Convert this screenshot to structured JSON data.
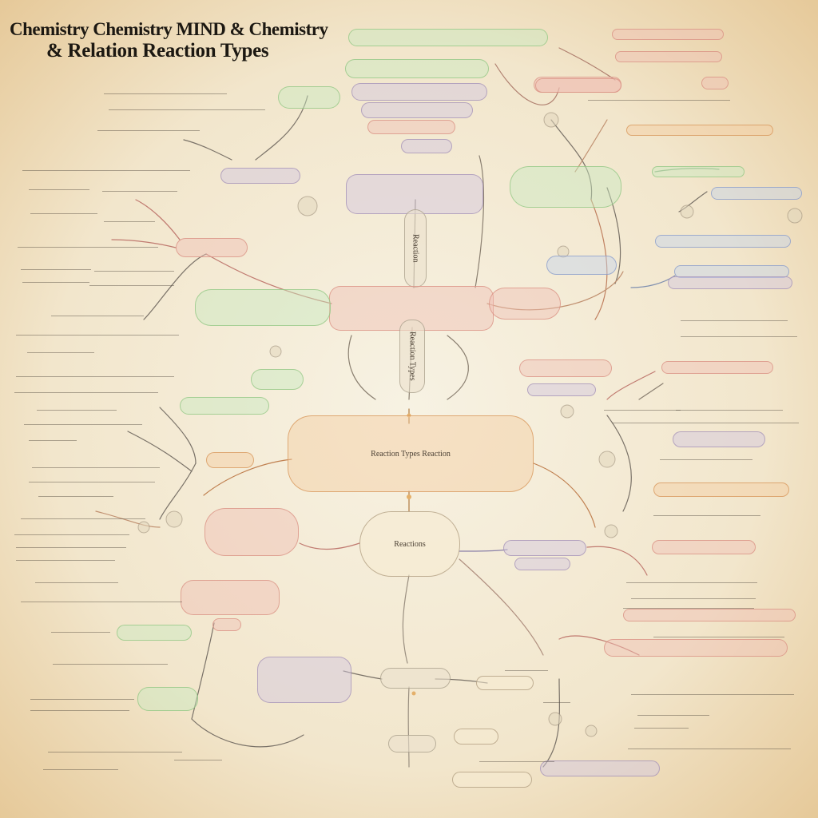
{
  "title": {
    "line1": "Chemistry Chemistry  MIND & Chemistry",
    "line2": "& Relation Reaction Types"
  },
  "center_nodes": {
    "trunk_top": "Reaction",
    "trunk_mid": "Reaction Types",
    "hub": "Reaction Types Reaction",
    "hub_sub": "Reactions"
  }
}
